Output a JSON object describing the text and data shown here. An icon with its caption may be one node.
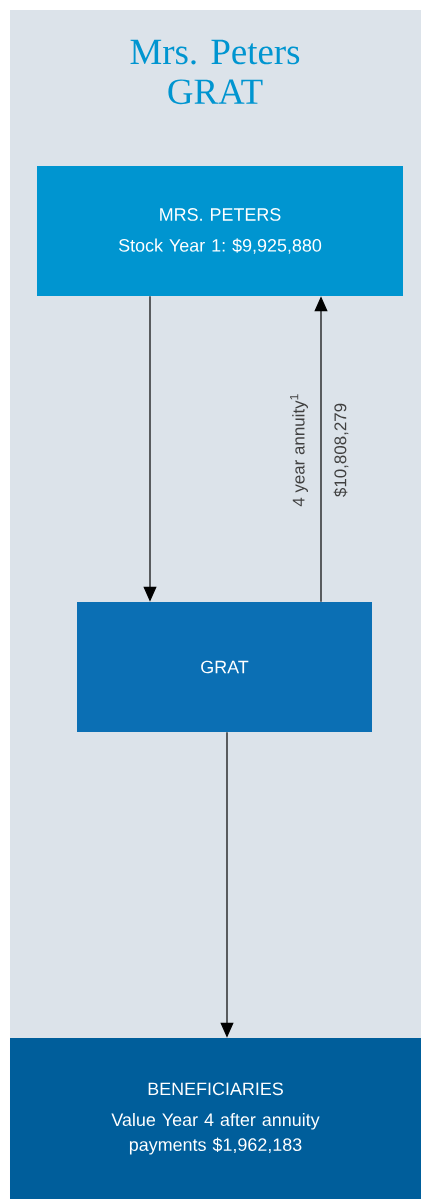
{
  "diagram": {
    "title": "Mrs. Peters GRAT",
    "nodes": [
      {
        "text": [
          "MRS. PETERS",
          "Stock Year 1: $9,925,880"
        ]
      },
      {
        "text": [
          "GRAT"
        ]
      },
      {
        "text": [
          "BENEFICIARIES",
          "Value Year 4 after annuity payments $1,962,183"
        ]
      }
    ],
    "edges": [
      {
        "from": 0,
        "to": 1,
        "arrow": "to"
      },
      {
        "from": 1,
        "to": 0,
        "arrow": "to",
        "label": "4 year annuity$^{1}$"
      },
      {
        "from": 1,
        "to": 2,
        "arrow": "to"
      }
    ],
    "labels": [
      "$10,808,279"
    ]
  }
}
